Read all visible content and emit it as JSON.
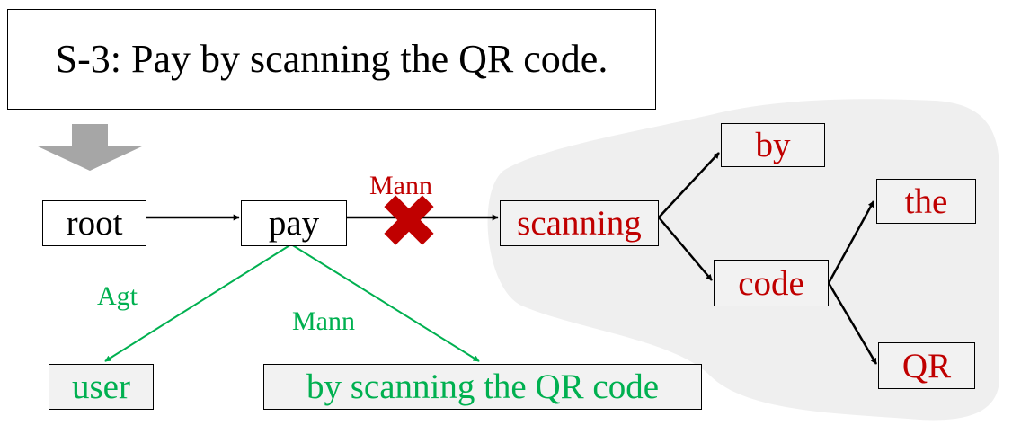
{
  "sentence": "S-3: Pay by scanning the QR code.",
  "nodes": {
    "root": "root",
    "pay": "pay",
    "scanning": "scanning",
    "by": "by",
    "code": "code",
    "the": "the",
    "qr": "QR",
    "user": "user",
    "phrase": "by scanning the QR code"
  },
  "edge_labels": {
    "mann_removed": "Mann",
    "agt": "Agt",
    "mann_new": "Mann"
  },
  "colors": {
    "red": "#c00000",
    "green": "#00b050",
    "cloud": "#efefef",
    "arrow_down": "#a6a6a6"
  },
  "icons": {
    "down_arrow": "down-arrow-icon",
    "removed_edge": "cross-mark-icon"
  }
}
